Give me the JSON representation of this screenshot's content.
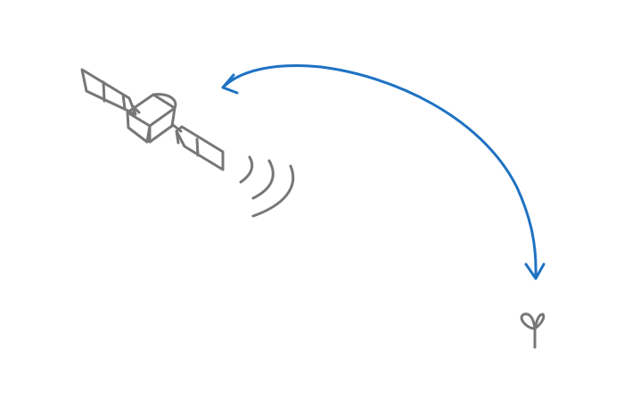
{
  "diagram": {
    "colors": {
      "sketch": "#777777",
      "link_arrow": "#1f72c3",
      "background": "#ffffff"
    },
    "elements": [
      {
        "id": "satellite",
        "icon": "satellite-icon"
      },
      {
        "id": "radio-waves",
        "icon": "signal-waves-icon"
      },
      {
        "id": "ground-antenna",
        "icon": "ground-antenna-icon"
      },
      {
        "id": "link",
        "icon": "bidirectional-curved-arrow",
        "connects": [
          "ground-antenna",
          "satellite"
        ]
      }
    ]
  }
}
